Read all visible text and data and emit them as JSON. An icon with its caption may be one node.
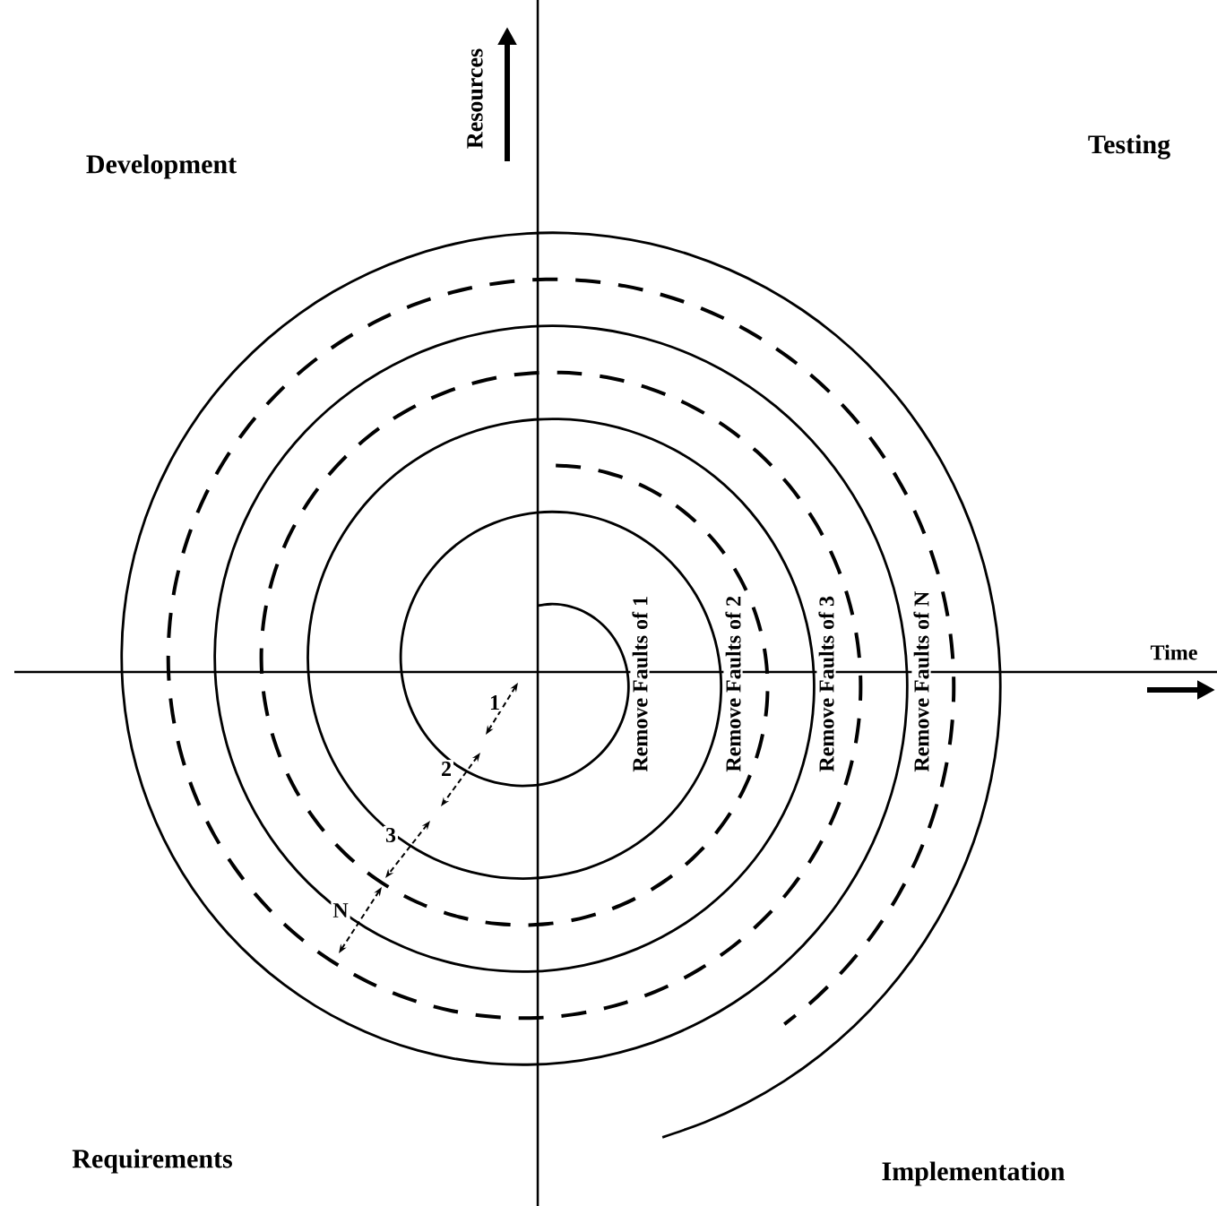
{
  "diagram": {
    "labels": [
      "Development",
      "Resources",
      "Testing",
      "Time",
      "Remove Faults of 1",
      "Remove Faults of 2",
      "Remove Faults of 3",
      "Remove Faults of N",
      "1",
      "2",
      "3",
      "N",
      "Requirements",
      "Implementation"
    ]
  }
}
